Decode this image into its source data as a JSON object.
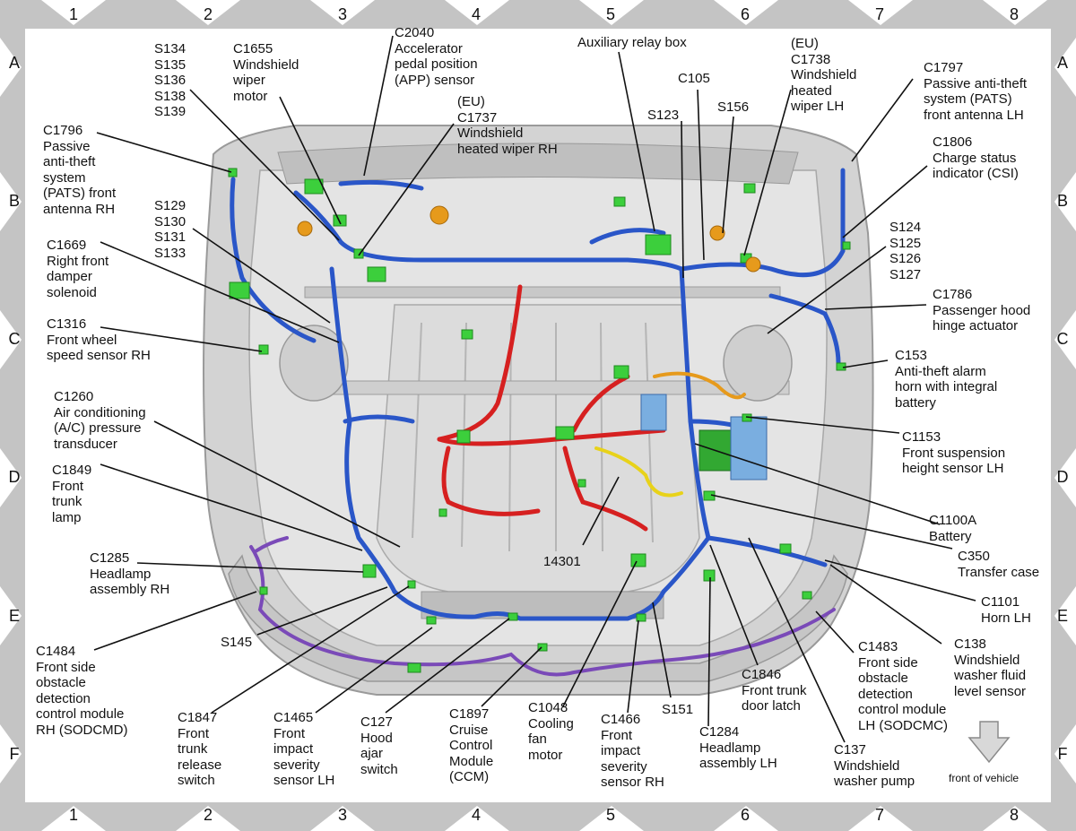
{
  "grid": {
    "columns": [
      "1",
      "2",
      "3",
      "4",
      "5",
      "6",
      "7",
      "8"
    ],
    "rows": [
      "A",
      "B",
      "C",
      "D",
      "E",
      "F"
    ]
  },
  "labels": {
    "s134_s139": "S134\nS135\nS136\nS138\nS139",
    "c1655": "C1655\nWindshield\nwiper\nmotor",
    "c2040": "C2040\nAccelerator\npedal position\n(APP) sensor",
    "aux_relay": "Auxiliary relay box",
    "c105": "C105",
    "c1738": "(EU)\nC1738\nWindshield\nheated\nwiper LH",
    "c1797": "C1797\nPassive anti-theft\nsystem (PATS)\nfront antenna LH",
    "c1796": "C1796\nPassive\nanti-theft\nsystem\n(PATS) front\nantenna RH",
    "c1737": "(EU)\nC1737\nWindshield\nheated wiper RH",
    "s123": "S123",
    "s156": "S156",
    "c1806": "C1806\nCharge status\nindicator (CSI)",
    "s129_s133": "S129\nS130\nS131\nS133",
    "s124_s127": "S124\nS125\nS126\nS127",
    "c1669": "C1669\nRight front\ndamper\nsolenoid",
    "c1786": "C1786\nPassenger hood\nhinge actuator",
    "c1316": "C1316\nFront wheel\nspeed sensor RH",
    "c153": "C153\nAnti-theft alarm\nhorn with integral\nbattery",
    "c1260": "C1260\nAir conditioning\n(A/C) pressure\ntransducer",
    "c1153": "C1153\nFront suspension\nheight sensor LH",
    "c1849": "C1849\nFront\ntrunk\nlamp",
    "c1100a": "C1100A\nBattery",
    "c350": "C350\nTransfer case",
    "c1285": "C1285\nHeadlamp\nassembly RH",
    "n14301": "14301",
    "c1101": "C1101\nHorn LH",
    "c1484": "C1484\nFront side\nobstacle\ndetection\ncontrol module\nRH (SODCMD)",
    "s145": "S145",
    "c138": "C138\nWindshield\nwasher fluid\nlevel sensor",
    "c1483": "C1483\nFront side\nobstacle\ndetection\ncontrol module\nLH (SODCMC)",
    "c1846": "C1846\nFront trunk\ndoor latch",
    "c1847": "C1847\nFront\ntrunk\nrelease\nswitch",
    "c1465": "C1465\nFront\nimpact\nseverity\nsensor LH",
    "c127": "C127\nHood\najar\nswitch",
    "c1897": "C1897\nCruise\nControl\nModule\n(CCM)",
    "c1048": "C1048\nCooling\nfan\nmotor",
    "c1466": "C1466\nFront\nimpact\nseverity\nsensor RH",
    "s151": "S151",
    "c1284": "C1284\nHeadlamp\nassembly LH",
    "c137": "C137\nWindshield\nwasher pump",
    "front_of_vehicle": "front of vehicle"
  },
  "colors": {
    "harness_blue": "#2a56c8",
    "harness_red": "#d62020",
    "harness_yellow": "#e8d21a",
    "harness_orange": "#e69a1c",
    "harness_purple": "#7a4ab8",
    "connector_green": "#3ccf3c",
    "body_gray": "#c9c9c9",
    "border_gray": "#c4c4c4"
  }
}
